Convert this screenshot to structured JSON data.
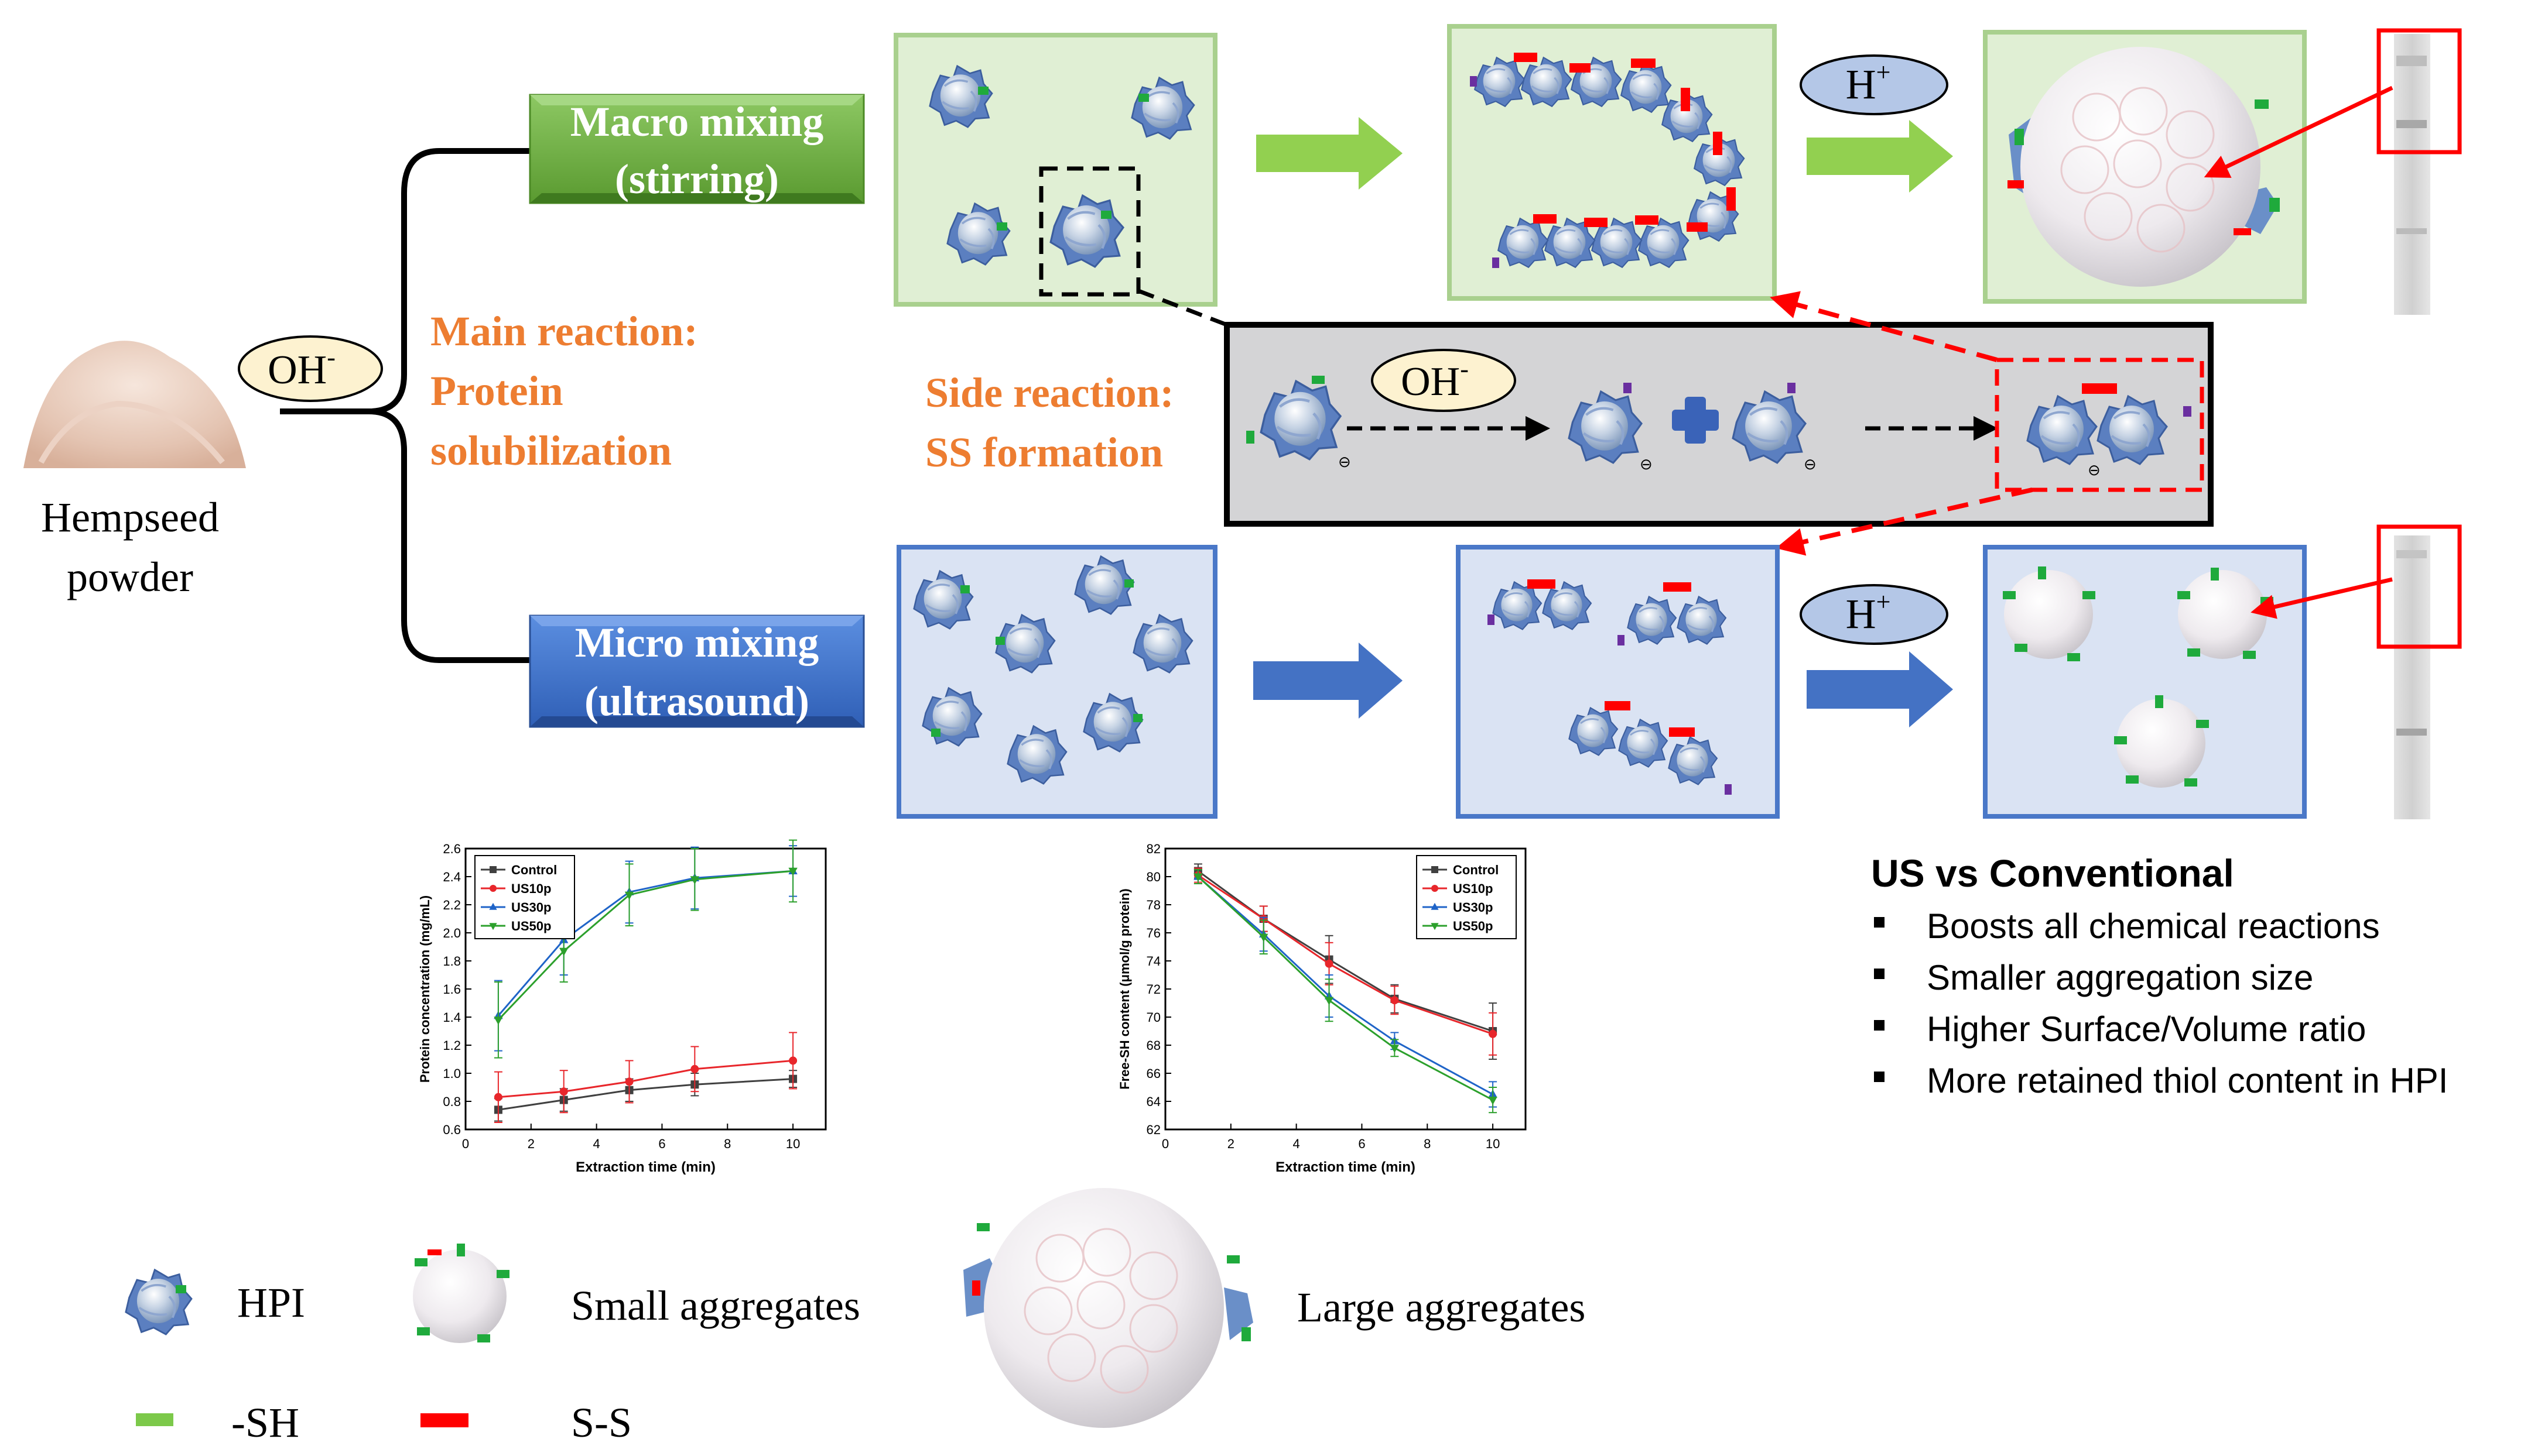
{
  "source": {
    "label_line1": "Hempseed",
    "label_line2": "powder",
    "reagent": "OH",
    "reagent_sup": "-"
  },
  "main_reaction": {
    "line1": "Main reaction:",
    "line2": "Protein",
    "line3": "solubilization"
  },
  "side_reaction": {
    "line1": "Side reaction:",
    "line2": "SS formation",
    "reagent": "OH",
    "reagent_sup": "-"
  },
  "macro": {
    "label_line1": "Macro mixing",
    "label_line2": "(stirring)",
    "acid": "H",
    "acid_sup": "+"
  },
  "micro": {
    "label_line1": "Micro mixing",
    "label_line2": "(ultrasound)",
    "acid": "H",
    "acid_sup": "+"
  },
  "colors": {
    "green_fill": "#e0efd4",
    "green_border": "#a9d08e",
    "green_label": "#6aab3c",
    "green_arrow": "#92d050",
    "blue_fill": "#dae3f3",
    "blue_border": "#4a78c8",
    "blue_label": "#3b6fc9",
    "blue_arrow": "#4472c4",
    "orange_text": "#ed7d31",
    "red": "#ff0000",
    "sh_green": "#1faa3c",
    "gray_panel": "#d4d4d6",
    "cream": "#fdf2d0",
    "ellipse_blue": "#b4c7e7"
  },
  "summary": {
    "title": "US vs Conventional",
    "bullets": [
      "Boosts all chemical reactions",
      "Smaller aggregation size",
      "Higher Surface/Volume ratio",
      "More retained thiol content in HPI"
    ]
  },
  "legend": {
    "hpi": "HPI",
    "small": "Small aggregates",
    "large": "Large aggregates",
    "sh": "-SH",
    "ss": "S-S"
  },
  "chart_data": [
    {
      "type": "line",
      "xlabel": "Extraction time (min)",
      "ylabel": "Protein concentration (mg/mL)",
      "xlim": [
        0,
        11
      ],
      "ylim": [
        0.6,
        2.6
      ],
      "xticks": [
        0,
        2,
        4,
        6,
        8,
        10
      ],
      "yticks": [
        0.6,
        0.8,
        1.0,
        1.2,
        1.4,
        1.6,
        1.8,
        2.0,
        2.2,
        2.4,
        2.6
      ],
      "ytick_labels": [
        "0.6",
        "0.8",
        "1.0",
        "1.2",
        "1.4",
        "1.6",
        "1.8",
        "2.0",
        "2.2",
        "2.4",
        "2.6"
      ],
      "x": [
        1,
        3,
        5,
        7,
        10
      ],
      "legend_position": "top-left",
      "series": [
        {
          "name": "Control",
          "color": "#404040",
          "marker": "square",
          "values": [
            0.74,
            0.81,
            0.88,
            0.92,
            0.96
          ],
          "err": [
            0.08,
            0.08,
            0.08,
            0.08,
            0.06
          ]
        },
        {
          "name": "US10p",
          "color": "#e8262b",
          "marker": "circle",
          "values": [
            0.83,
            0.87,
            0.94,
            1.03,
            1.09
          ],
          "err": [
            0.18,
            0.15,
            0.15,
            0.16,
            0.2
          ]
        },
        {
          "name": "US30p",
          "color": "#1f64c8",
          "marker": "triangle-up",
          "values": [
            1.41,
            1.95,
            2.29,
            2.39,
            2.44
          ],
          "err": [
            0.25,
            0.25,
            0.22,
            0.22,
            0.18
          ]
        },
        {
          "name": "US50p",
          "color": "#2ca02c",
          "marker": "triangle-down",
          "values": [
            1.38,
            1.87,
            2.27,
            2.38,
            2.44
          ],
          "err": [
            0.27,
            0.22,
            0.22,
            0.22,
            0.22
          ]
        }
      ]
    },
    {
      "type": "line",
      "xlabel": "Extraction time (min)",
      "ylabel": "Free-SH content (μmol/g protein)",
      "xlim": [
        0,
        11
      ],
      "ylim": [
        62,
        82
      ],
      "xticks": [
        0,
        2,
        4,
        6,
        8,
        10
      ],
      "yticks": [
        62,
        64,
        66,
        68,
        70,
        72,
        74,
        76,
        78,
        80,
        82
      ],
      "ytick_labels": [
        "62",
        "64",
        "66",
        "68",
        "70",
        "72",
        "74",
        "76",
        "78",
        "80",
        "82"
      ],
      "x": [
        1,
        3,
        5,
        7,
        10
      ],
      "legend_position": "top-right",
      "series": [
        {
          "name": "Control",
          "color": "#404040",
          "marker": "square",
          "values": [
            80.4,
            77.0,
            74.1,
            71.3,
            69.0
          ],
          "err": [
            0.5,
            0.9,
            1.7,
            1.0,
            2.0
          ]
        },
        {
          "name": "US10p",
          "color": "#e8262b",
          "marker": "circle",
          "values": [
            80.1,
            77.0,
            73.8,
            71.2,
            68.8
          ],
          "err": [
            0.5,
            0.9,
            1.5,
            1.0,
            1.5
          ]
        },
        {
          "name": "US30p",
          "color": "#1f64c8",
          "marker": "triangle-up",
          "values": [
            80.0,
            75.9,
            71.5,
            68.3,
            64.5
          ],
          "err": [
            0.5,
            1.2,
            1.5,
            0.6,
            0.9
          ]
        },
        {
          "name": "US50p",
          "color": "#2ca02c",
          "marker": "triangle-down",
          "values": [
            80.0,
            75.7,
            71.2,
            67.8,
            64.1
          ],
          "err": [
            0.5,
            1.2,
            1.5,
            0.6,
            0.9
          ]
        }
      ]
    }
  ]
}
